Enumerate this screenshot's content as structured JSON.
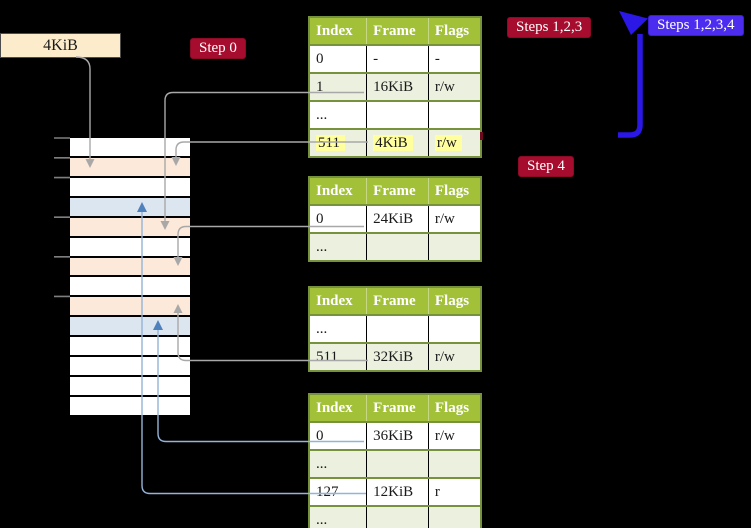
{
  "annotations": {
    "frame_size_box": "4KiB",
    "step0": "Step 0",
    "steps_123": "Steps 1,2,3",
    "steps_1234": "Steps 1,2,3,4",
    "step4": "Step 4"
  },
  "memory_stack": {
    "row_colors": [
      "white",
      "peach",
      "white",
      "blue",
      "peach",
      "white",
      "peach",
      "white",
      "peach",
      "blue",
      "white",
      "white",
      "white",
      "white"
    ],
    "tick_marks": 6
  },
  "page_tables": [
    {
      "id": "table-1",
      "headers": [
        "Index",
        "Frame",
        "Flags"
      ],
      "rows": [
        {
          "index": "0",
          "frame": "-",
          "flags": "-"
        },
        {
          "index": "1",
          "frame": "16KiB",
          "flags": "r/w"
        },
        {
          "index": "...",
          "frame": "",
          "flags": ""
        },
        {
          "index": "511",
          "frame": "4KiB",
          "flags": "r/w",
          "highlighted": true
        }
      ]
    },
    {
      "id": "table-2",
      "headers": [
        "Index",
        "Frame",
        "Flags"
      ],
      "rows": [
        {
          "index": "0",
          "frame": "24KiB",
          "flags": "r/w"
        },
        {
          "index": "...",
          "frame": "",
          "flags": ""
        }
      ]
    },
    {
      "id": "table-3",
      "headers": [
        "Index",
        "Frame",
        "Flags"
      ],
      "rows": [
        {
          "index": "...",
          "frame": "",
          "flags": ""
        },
        {
          "index": "511",
          "frame": "32KiB",
          "flags": "r/w"
        }
      ]
    },
    {
      "id": "table-4",
      "headers": [
        "Index",
        "Frame",
        "Flags"
      ],
      "rows": [
        {
          "index": "0",
          "frame": "36KiB",
          "flags": "r/w"
        },
        {
          "index": "...",
          "frame": "",
          "flags": ""
        },
        {
          "index": "127",
          "frame": "12KiB",
          "flags": "r"
        },
        {
          "index": "...",
          "frame": "",
          "flags": ""
        }
      ]
    }
  ],
  "connections": [
    {
      "from": "frame-size-box 4KiB",
      "to": "memory-row-1",
      "color": "gray"
    },
    {
      "from": "table-1 entry 1 (16KiB)",
      "to": "memory-row-4",
      "color": "gray"
    },
    {
      "from": "table-1 entry 511 (4KiB)",
      "to": "memory-row-1",
      "color": "gray"
    },
    {
      "from": "table-2 entry 0 (24KiB)",
      "to": "memory-row-6",
      "color": "gray"
    },
    {
      "from": "table-3 entry 511 (32KiB)",
      "to": "memory-row-8",
      "color": "gray"
    },
    {
      "from": "table-4 entry 0 (36KiB)",
      "to": "memory-row-9",
      "color": "blue"
    },
    {
      "from": "table-4 entry 127 (12KiB)",
      "to": "memory-row-3",
      "color": "blue"
    },
    {
      "from": "right of table-1",
      "to": "steps labels",
      "color": "thick-blue"
    }
  ],
  "colors": {
    "canvas-bg": "#000000",
    "header-green": "#a2c139",
    "table-border": "#76923c",
    "row-shade": "#ebf1de",
    "peach": "#fde9d9",
    "blue-row": "#dce6f1",
    "highlight": "#ffff9e",
    "red-label": "#a60c2e",
    "blue-label": "#4c2df0",
    "thick-arrow": "#2b17e6",
    "gray-line": "#a8a8a8",
    "blue-line": "#95b3d7",
    "blue-head": "#4f81bd",
    "beige-box": "#fceccb",
    "tick": "#7f7f7f"
  }
}
